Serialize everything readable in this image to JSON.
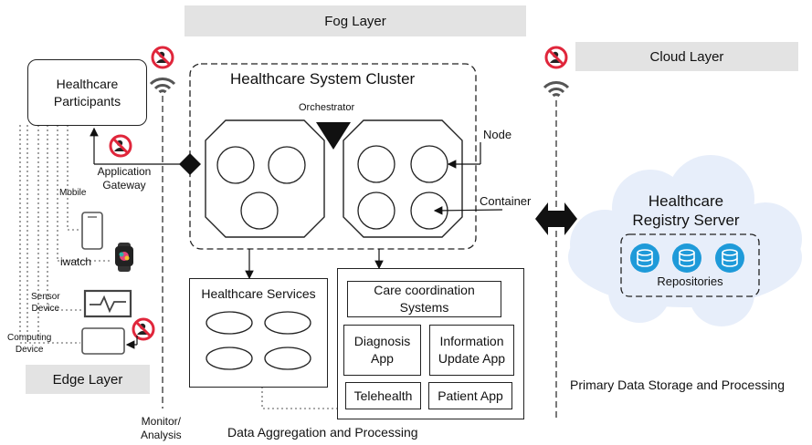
{
  "layers": {
    "fog": "Fog Layer",
    "cloud": "Cloud Layer",
    "edge": "Edge Layer"
  },
  "participants": {
    "line1": "Healthcare",
    "line2": "Participants"
  },
  "gateway": {
    "line1": "Application",
    "line2": "Gateway"
  },
  "cluster": {
    "title": "Healthcare System Cluster",
    "orchestrator": "Orchestrator",
    "node": "Node",
    "container": "Container"
  },
  "devices": {
    "mobile": "Mobile",
    "iwatch": "iwatch",
    "sensor": {
      "line1": "Sensor",
      "line2": "Device"
    },
    "computing": {
      "line1": "Computing",
      "line2": "Device"
    }
  },
  "monitor": {
    "line1": "Monitor/",
    "line2": "Analysis"
  },
  "services": {
    "title": "Healthcare Services"
  },
  "apps": {
    "care": {
      "line1": "Care coordination",
      "line2": "Systems"
    },
    "diagnosis": {
      "line1": "Diagnosis",
      "line2": "App"
    },
    "info": {
      "line1": "Information",
      "line2": "Update App"
    },
    "telehealth": "Telehealth",
    "patient": "Patient App"
  },
  "aggregation": "Data Aggregation and Processing",
  "registry": {
    "line1": "Healthcare",
    "line2": "Registry Server",
    "repos": "Repositories"
  },
  "storage": "Primary Data Storage and Processing",
  "colors": {
    "band": "#e3e3e3",
    "cloud": "#e7eefa",
    "repo": "#1e9ad9",
    "noSign": "#e0263b"
  }
}
